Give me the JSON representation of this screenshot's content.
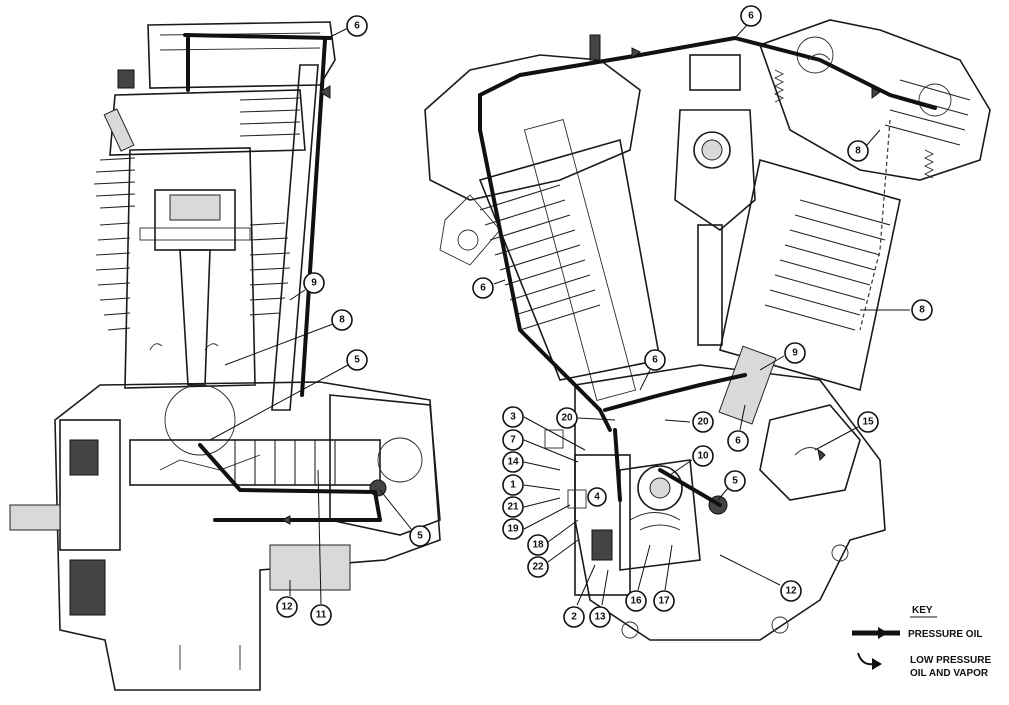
{
  "diagram": {
    "left_view_callouts": [
      "6",
      "9",
      "8",
      "5",
      "5",
      "12",
      "11"
    ],
    "right_view_callouts": [
      "6",
      "8",
      "6",
      "8",
      "6",
      "9",
      "20",
      "20",
      "3",
      "7",
      "14",
      "1",
      "21",
      "19",
      "18",
      "22",
      "2",
      "13",
      "16",
      "17",
      "10",
      "4",
      "5",
      "15",
      "12",
      "6"
    ],
    "key": {
      "heading": "KEY",
      "pressure_label": "PRESSURE OIL",
      "low_pressure_line1": "LOW PRESSURE",
      "low_pressure_line2": "OIL AND VAPOR"
    }
  }
}
